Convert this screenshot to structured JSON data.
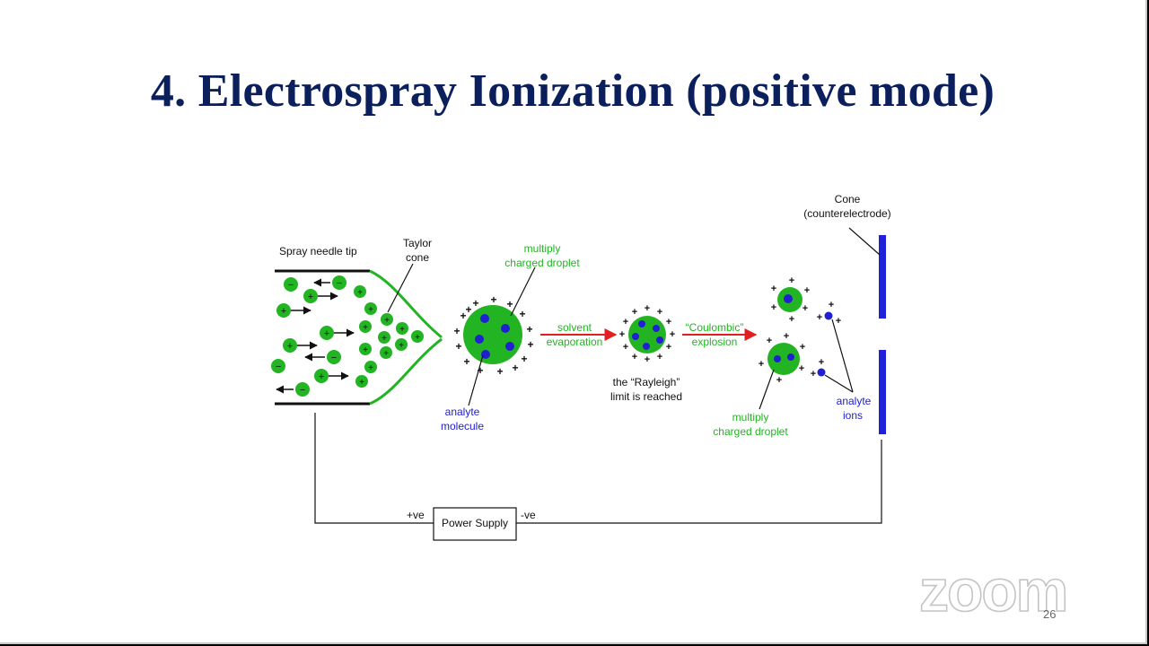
{
  "slide": {
    "title": "4. Electrospray Ionization (positive mode)",
    "page_number": "26",
    "watermark": "zoom"
  },
  "diagram": {
    "labels": {
      "spray_needle_tip": "Spray needle tip",
      "taylor_cone_1": "Taylor",
      "taylor_cone_2": "cone",
      "multiply_charged_droplet_top_1": "multiply",
      "multiply_charged_droplet_top_2": "charged droplet",
      "analyte_molecule_1": "analyte",
      "analyte_molecule_2": "molecule",
      "solvent_evaporation_1": "solvent",
      "solvent_evaporation_2": "evaporation",
      "rayleigh_1": "the “Rayleigh”",
      "rayleigh_2": "limit is reached",
      "coulombic_explosion_1": "“Coulombic”",
      "coulombic_explosion_2": "explosion",
      "multiply_charged_droplet_bottom_1": "multiply",
      "multiply_charged_droplet_bottom_2": "charged droplet",
      "analyte_ions_1": "analyte",
      "analyte_ions_2": "ions",
      "cone_1": "Cone",
      "cone_2": "(counterelectrode)",
      "plus_ve": "+ve",
      "minus_ve": "-ve",
      "power_supply": "Power Supply"
    },
    "colors": {
      "title": "#0b1f5c",
      "droplet_green": "#22b422",
      "analyte_blue": "#2020d0",
      "arrow_red": "#e02020",
      "electrode_blue": "#2020d8"
    }
  }
}
